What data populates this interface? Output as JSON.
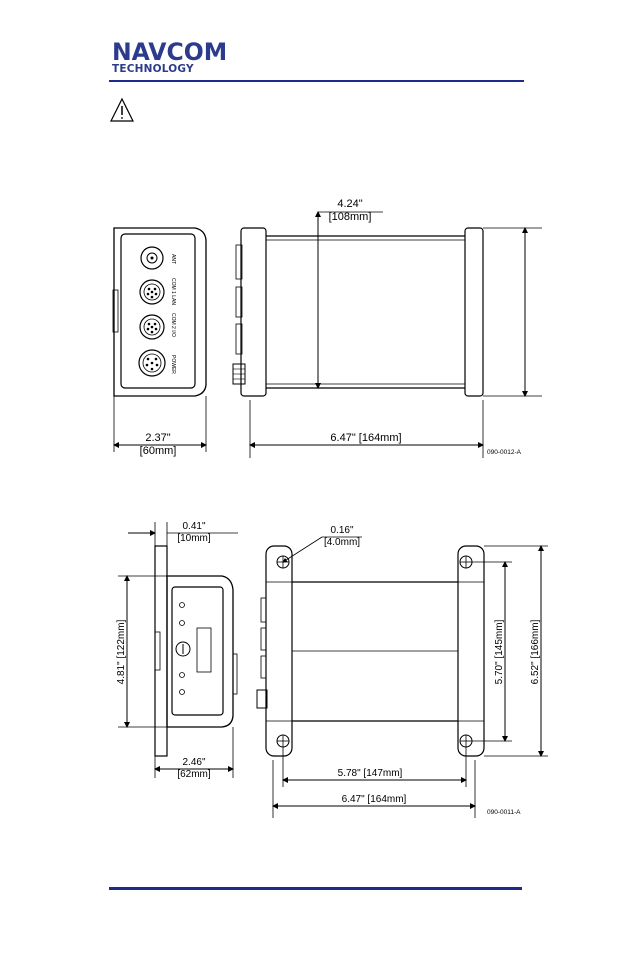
{
  "header": {
    "logo_line1": "NAVCOM",
    "logo_line2": "TECHNOLOGY"
  },
  "figure1": {
    "depth_dim": "4.24\"",
    "depth_dim_mm": "[108mm]",
    "width_dim": "2.37\"",
    "width_dim_mm": "[60mm]",
    "length_dim": "6.47\" [164mm]",
    "figure_id": "090-0012-A",
    "port_labels": [
      "ANT",
      "COM 1 LAN",
      "COM 2 I/O",
      "POWER"
    ]
  },
  "figure2": {
    "flange_dim": "0.41\"",
    "flange_dim_mm": "[10mm]",
    "hole_dim": "0.16\"",
    "hole_dim_mm": "[4.0mm]",
    "height_dim": "4.81\" [122mm]",
    "width_dim": "2.46\"",
    "width_dim_mm": "[62mm]",
    "inner_height_dim": "5.70\" [145mm]",
    "outer_height_dim": "6.52\" [166mm]",
    "inner_length_dim": "5.78\" [147mm]",
    "outer_length_dim": "6.47\" [164mm]",
    "figure_id": "090-0011-A"
  },
  "colors": {
    "brand": "#2d3b8c",
    "rule": "#1f2b8a"
  },
  "icons": [
    "warning-icon",
    "screw-icon",
    "connector-icon"
  ]
}
